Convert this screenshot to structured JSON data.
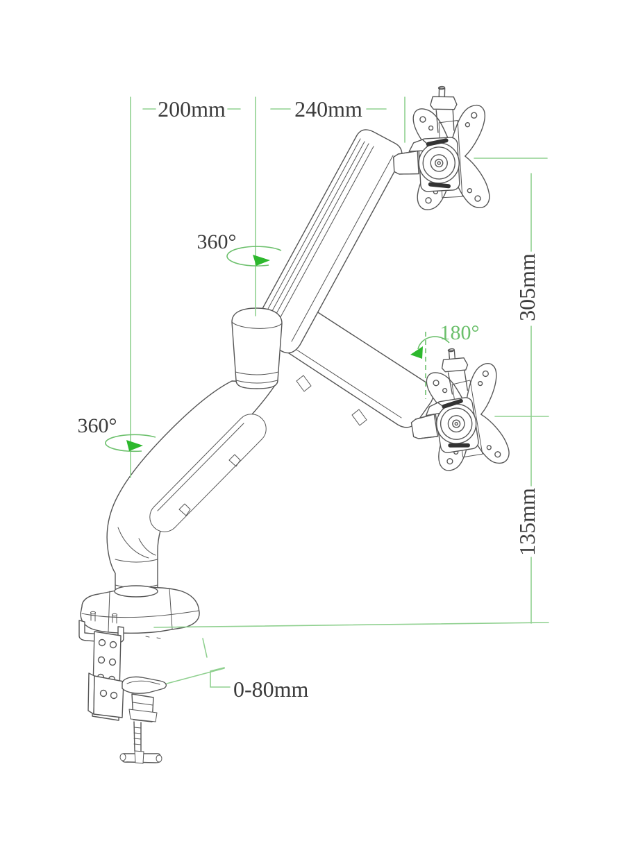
{
  "annotations": {
    "width_rear": "200mm",
    "width_front": "240mm",
    "height_upper": "305mm",
    "height_lower": "135mm",
    "clamp_range": "0-80mm",
    "swivel_upper": "360°",
    "swivel_lower": "360°",
    "pivot_monitor": "180°"
  },
  "colors": {
    "annotation_line": "#8fd08f",
    "annotation_arrow": "#2db82d",
    "annotation_text_green": "#6abf6a",
    "dimension_text": "#3b3b3b",
    "drawing_line": "#555555",
    "background": "#ffffff"
  }
}
